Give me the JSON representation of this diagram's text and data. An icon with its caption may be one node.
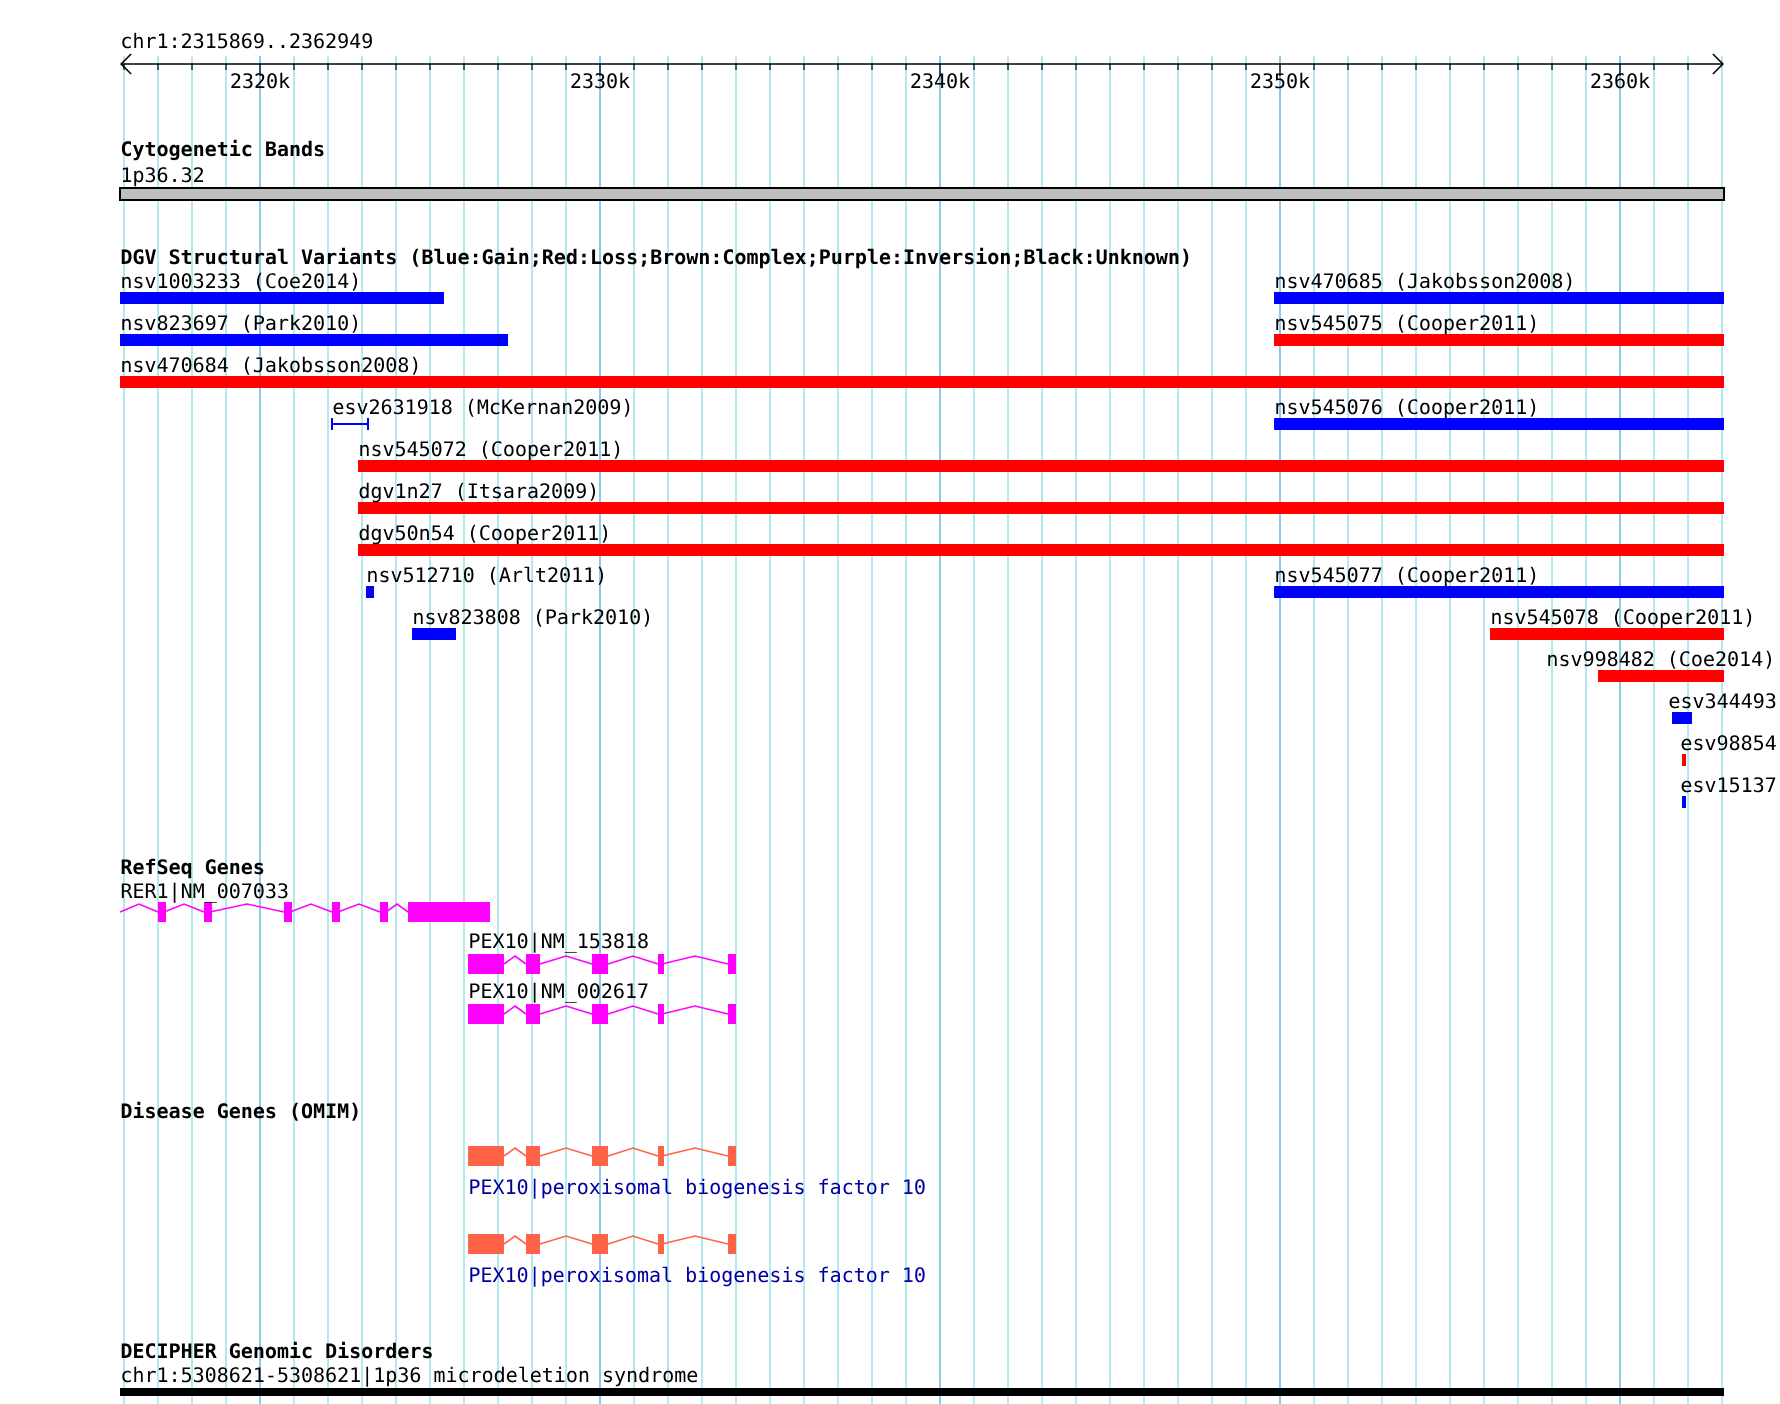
{
  "diagram": {
    "nodes": [
      {
        "text": [
          "1p36.32"
        ]
      },
      {
        "text": [
          "nsv1003233 (Coe2014)"
        ]
      },
      {
        "text": [
          "nsv470685 (Jakobsson2008)"
        ]
      },
      {
        "text": [
          "nsv823697 (Park2010)"
        ]
      },
      {
        "text": [
          "nsv545075 (Cooper2011)"
        ]
      },
      {
        "text": [
          "nsv470684 (Jakobsson2008)"
        ]
      },
      {
        "text": [
          "esv2631918 (McKernan2009)"
        ]
      },
      {
        "text": [
          "nsv545076 (Cooper2011)"
        ]
      },
      {
        "text": [
          "nsv545072 (Cooper2011)"
        ]
      },
      {
        "text": [
          "dgv1n27 (Itsara2009)"
        ]
      },
      {
        "text": [
          "dgv50n54 (Cooper2011)"
        ]
      },
      {
        "text": [
          "nsv512710 (Arlt2011)"
        ]
      },
      {
        "text": [
          "nsv545077 (Cooper2011)"
        ]
      },
      {
        "text": [
          "nsv823808 (Park2010)"
        ]
      },
      {
        "text": [
          "nsv545078 (Cooper2011)"
        ]
      },
      {
        "text": [
          "nsv998482 (Coe2014)"
        ]
      },
      {
        "text": [
          "esv344493"
        ]
      },
      {
        "text": [
          "esv98854"
        ]
      },
      {
        "text": [
          "esv15137"
        ]
      },
      {
        "text": [
          "RER1|NM_007033"
        ]
      },
      {
        "text": [
          "PEX10|NM_153818"
        ]
      },
      {
        "text": [
          "PEX10|NM_002617"
        ]
      },
      {
        "text": [
          "PEX10|peroxisomal biogenesis factor 10"
        ]
      },
      {
        "text": [
          "PEX10|peroxisomal biogenesis factor 10"
        ]
      },
      {
        "text": [
          "chr1:5308621-5308621|1p36 microdeletion syndrome"
        ]
      }
    ],
    "labels": [
      "chr1:2315869..2362949",
      "2320k",
      "2330k",
      "2340k",
      "2350k",
      "2360k",
      "Cytogenetic Bands",
      "DGV Structural Variants (Blue:Gain;Red:Loss;Brown:Complex;Purple:Inversion;Black:Unknown)",
      "RefSeq Genes",
      "Disease Genes (OMIM)",
      "DECIPHER Genomic Disorders"
    ]
  }
}
